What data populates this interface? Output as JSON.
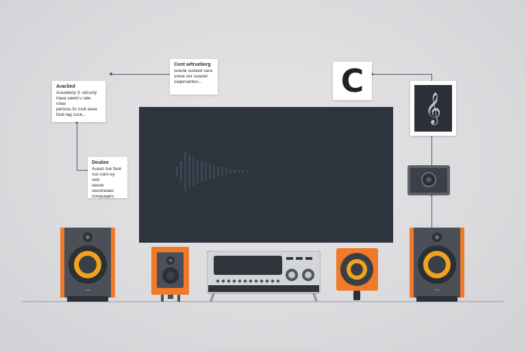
{
  "notes": [
    {
      "id": "note-top",
      "title": "Cont w/trueberg",
      "body": "seavle cueasd sara\nsreve ver suacler\nsaqeruantuc..."
    },
    {
      "id": "note-left",
      "title": "Araclied",
      "body": "Auuulierty 3: sticcoly\nrlaea saeet u rale rolas\nperisou 3c mull asea\nlhub lag coce..."
    },
    {
      "id": "note-lower",
      "title": "Deuliee",
      "body": "Auauc tue faxe\nsuc uarv-uy ued\nseuse ceuoneaas\nconguages."
    }
  ],
  "c_card": {
    "letter": "C"
  },
  "music_card": {
    "glyph": "𝄞"
  },
  "colors": {
    "background": "#dcdcdf",
    "screen": "#2e343e",
    "accent_orange": "#f07a2a",
    "speaker_body": "#4b5058",
    "woofer_yellow": "#f2a31e"
  }
}
